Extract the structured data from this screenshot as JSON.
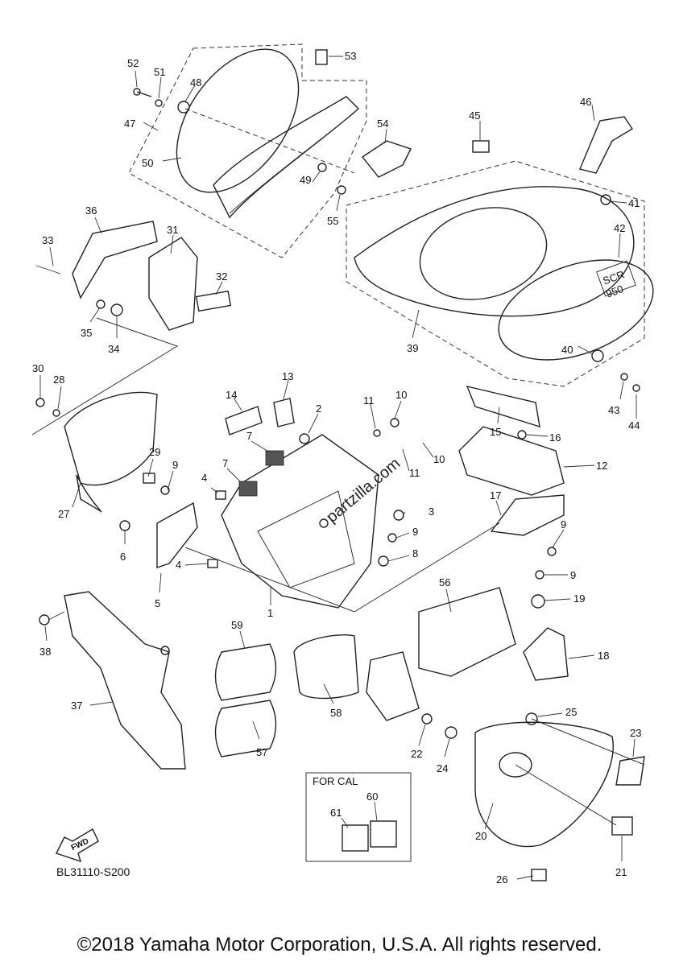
{
  "diagram": {
    "code": "BL31110-S200",
    "fwd_label": "FWD",
    "for_cal_label": "FOR CAL",
    "badge_line1": "SCR",
    "badge_line2": "950",
    "watermark": "partzilla.com",
    "copyright": "©2018 Yamaha Motor Corporation, U.S.A. All rights reserved."
  },
  "callouts": [
    "1",
    "2",
    "3",
    "4",
    "5",
    "6",
    "7",
    "8",
    "9",
    "10",
    "11",
    "12",
    "13",
    "14",
    "15",
    "16",
    "17",
    "18",
    "19",
    "20",
    "21",
    "22",
    "23",
    "24",
    "25",
    "26",
    "27",
    "28",
    "29",
    "30",
    "31",
    "32",
    "33",
    "34",
    "35",
    "36",
    "37",
    "38",
    "39",
    "40",
    "41",
    "42",
    "43",
    "44",
    "45",
    "46",
    "47",
    "48",
    "49",
    "50",
    "51",
    "52",
    "53",
    "54",
    "55",
    "56",
    "57",
    "58",
    "59",
    "60",
    "61"
  ]
}
